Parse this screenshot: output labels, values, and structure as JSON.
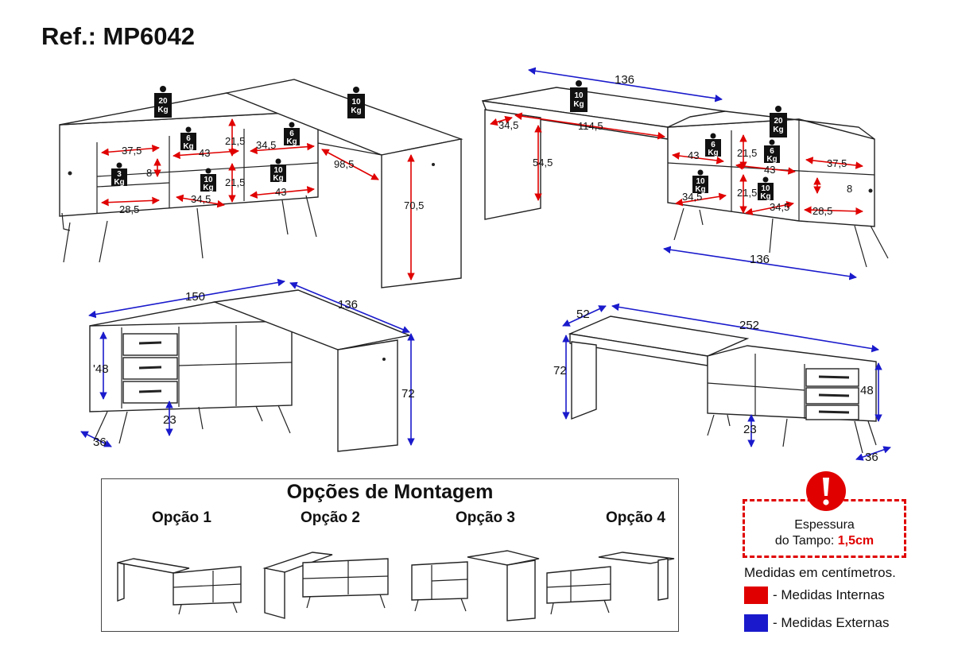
{
  "title": "Ref.: MP6042",
  "colors": {
    "internal": "#e00000",
    "external": "#1a1acc",
    "alert": "#e00000"
  },
  "icons": [
    "weight-icon",
    "alert-icon"
  ],
  "views": {
    "top_left": {
      "weights": [
        "20\nKg",
        "6\nKg",
        "6\nKg",
        "3\nKg",
        "10\nKg",
        "10\nKg",
        "10\nKg"
      ],
      "internal": [
        "37,5",
        "8",
        "28,5",
        "43",
        "21,5",
        "34,5",
        "21,5",
        "34,5",
        "43",
        "98,5",
        "70,5"
      ]
    },
    "top_right": {
      "external": [
        "136",
        "136"
      ],
      "weights": [
        "10\nKg",
        "20\nKg",
        "6\nKg",
        "6\nKg",
        "10\nKg",
        "10\nKg"
      ],
      "internal": [
        "34,5",
        "114,5",
        "54,5",
        "43",
        "21,5",
        "43",
        "37,5",
        "8",
        "34,5",
        "21,5",
        "34,5",
        "28,5"
      ]
    },
    "bottom_left": {
      "external": [
        "150",
        "136",
        "'48",
        "72",
        "23",
        "36"
      ]
    },
    "bottom_right": {
      "external": [
        "52",
        "252",
        "72",
        "48",
        "23",
        "36"
      ]
    }
  },
  "options": {
    "title": "Opções de Montagem",
    "items": [
      "Opção 1",
      "Opção 2",
      "Opção 3",
      "Opção 4"
    ]
  },
  "thickness": {
    "line1": "Espessura",
    "line2_prefix": "do Tampo:",
    "value": "1,5cm"
  },
  "legend": {
    "measures_note": "Medidas em centímetros.",
    "internal": "- Medidas Internas",
    "external": "- Medidas Externas"
  }
}
